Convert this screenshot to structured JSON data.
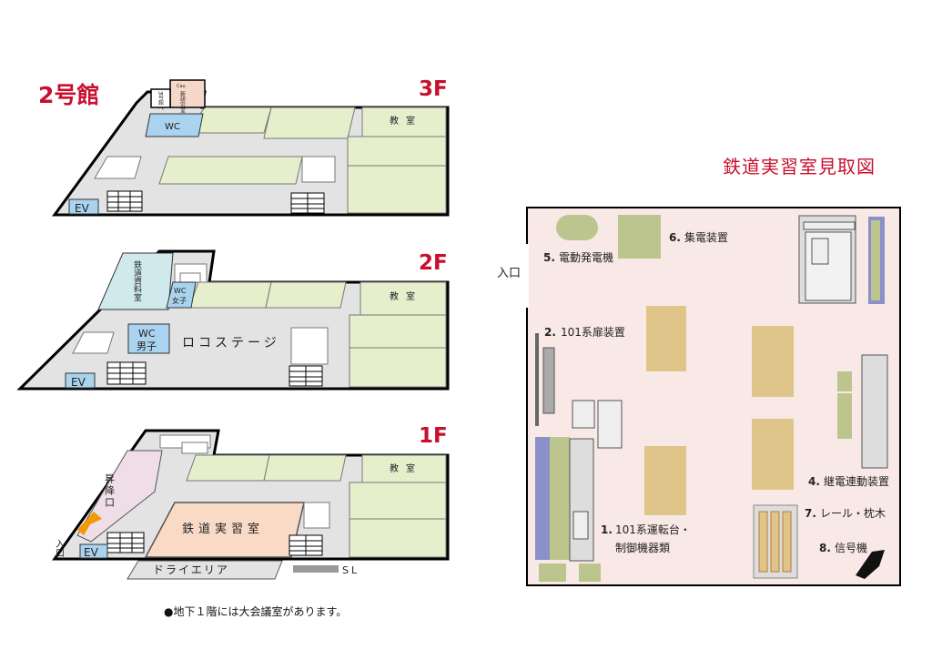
{
  "building": {
    "name": "2号館",
    "floors": {
      "f3": {
        "label": "3F",
        "classroom": "教室",
        "wc": "WC",
        "prof_room": "新研究室",
        "small_stair_label": "3号館へ",
        "small_tag": "Cau",
        "ev": "EV"
      },
      "f2": {
        "label": "2F",
        "classroom": "教室",
        "railway_room": "鉄道資料室",
        "wc_female_1": "WC",
        "wc_female_2": "女子",
        "wc_male_1": "WC",
        "wc_male_2": "男子",
        "stage": "ロコステージ",
        "ev": "EV"
      },
      "f1": {
        "label": "1F",
        "classroom": "教室",
        "entrance": "昇降口",
        "practice_room": "鉄道実習室",
        "entrance_mark": "入口",
        "ev": "EV",
        "dry_area": "ドライエリア",
        "sl": "SL"
      }
    },
    "footnote": "●地下１階には大会議室があります。"
  },
  "room_map": {
    "title": "鉄道実習室見取図",
    "entrance": "入口",
    "items": [
      {
        "no": "1.",
        "name": "101系運転台・",
        "name2": "制御機器類"
      },
      {
        "no": "2.",
        "name": "101系扉装置"
      },
      {
        "no": "4.",
        "name": "継電連動装置"
      },
      {
        "no": "5.",
        "name": "電動発電機"
      },
      {
        "no": "6.",
        "name": "集電装置"
      },
      {
        "no": "7.",
        "name": "レール・枕木"
      },
      {
        "no": "8.",
        "name": "信号機"
      }
    ]
  },
  "colors": {
    "accent_red": "#c8102e",
    "classroom_green": "#e6efcc",
    "wc_blue": "#a9d3ee",
    "corridor_gray": "#e3e3e3",
    "room_pink": "#f8e8e6",
    "practice_orange": "#f9dac4",
    "entrance_lilac": "#efdde8",
    "railway_teal": "#cfe9ec",
    "equipment_tan": "#dfc58a",
    "equipment_olive": "#bcc58e",
    "equipment_purple": "#8b90c9"
  }
}
